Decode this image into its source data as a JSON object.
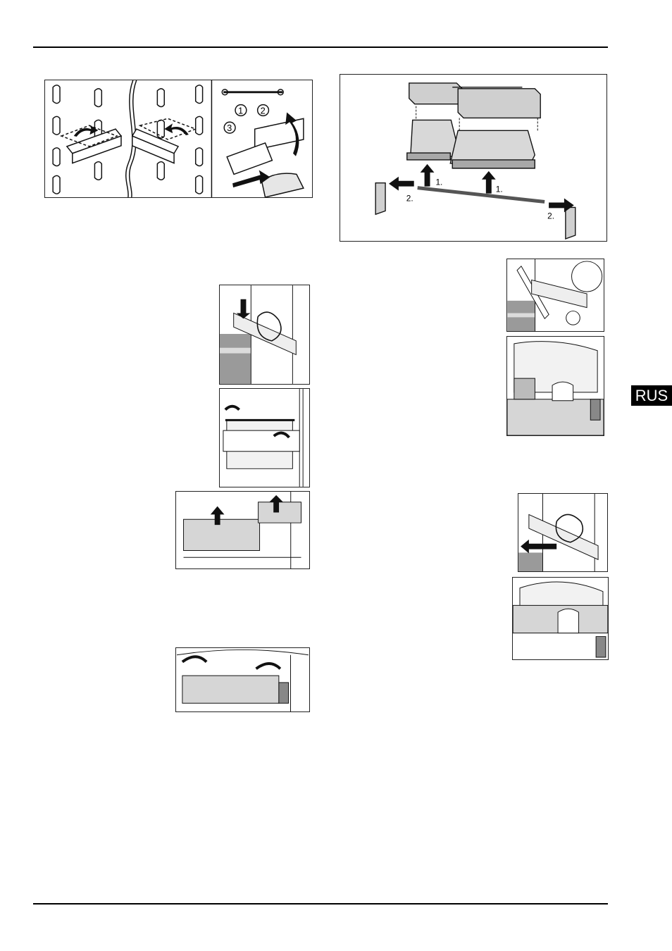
{
  "language_tab": "RUS",
  "figure1": {
    "callouts": [
      "1",
      "2",
      "3"
    ]
  },
  "figure_big": {
    "step_labels": [
      "1.",
      "1.",
      "2.",
      "2."
    ]
  },
  "colors": {
    "shelf_fill": "#d4d4d4",
    "shelf_dark": "#9a9a9a",
    "line": "#111111",
    "tab_bg": "#000000"
  }
}
